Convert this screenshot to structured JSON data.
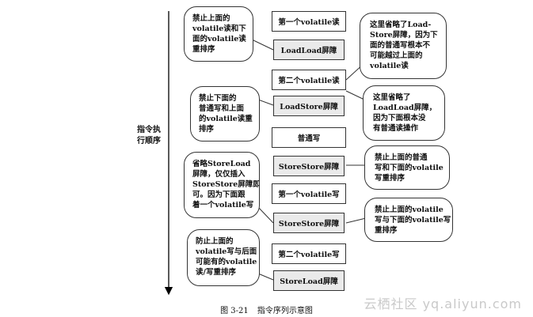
{
  "axis": {
    "label_line1": "指令执",
    "label_line2": "行顺序"
  },
  "sequence": [
    "第一个volatile读",
    "LoadLoad屏障",
    "第二个volatile读",
    "LoadStore屏障",
    "普通写",
    "StoreStore屏障",
    "第一个volatile写",
    "StoreStore屏障",
    "第二个volatile写",
    "StoreLoad屏障"
  ],
  "notes": {
    "left": [
      {
        "lines": [
          "禁止上面的",
          "volatile读和下",
          "面的volatile读",
          "重排序"
        ]
      },
      {
        "lines": [
          "禁止下面的",
          "普通写和上面",
          "的volatile读重",
          "排序"
        ]
      },
      {
        "lines": [
          "省略StoreLoad",
          "屏障，仅仅插入",
          "StoreStore屏障即",
          "可。因为下面跟",
          "着一个volatile写"
        ]
      },
      {
        "lines": [
          "防止上面的",
          "volatile写与后面",
          "可能有的volatile",
          "读/写重排序"
        ]
      }
    ],
    "right": [
      {
        "lines": [
          "这里省略了Load-",
          "Store屏障，因为下",
          "面的普通写根本不",
          "可能越过上面的",
          "volatile读"
        ]
      },
      {
        "lines": [
          "这里省略了",
          "LoadLoad屏障，",
          "因为下面根本没",
          "有普通读操作"
        ]
      },
      {
        "lines": [
          "禁止上面的普通",
          "写和下面的volatile",
          "写重排序"
        ]
      },
      {
        "lines": [
          "禁止上面的volatile",
          "写与下面的volatile写",
          "重排序"
        ]
      }
    ]
  },
  "caption": {
    "figure": "图 3-21",
    "title": "指令序列示意图"
  },
  "watermark": "云栖社区 yq.aliyun.com"
}
